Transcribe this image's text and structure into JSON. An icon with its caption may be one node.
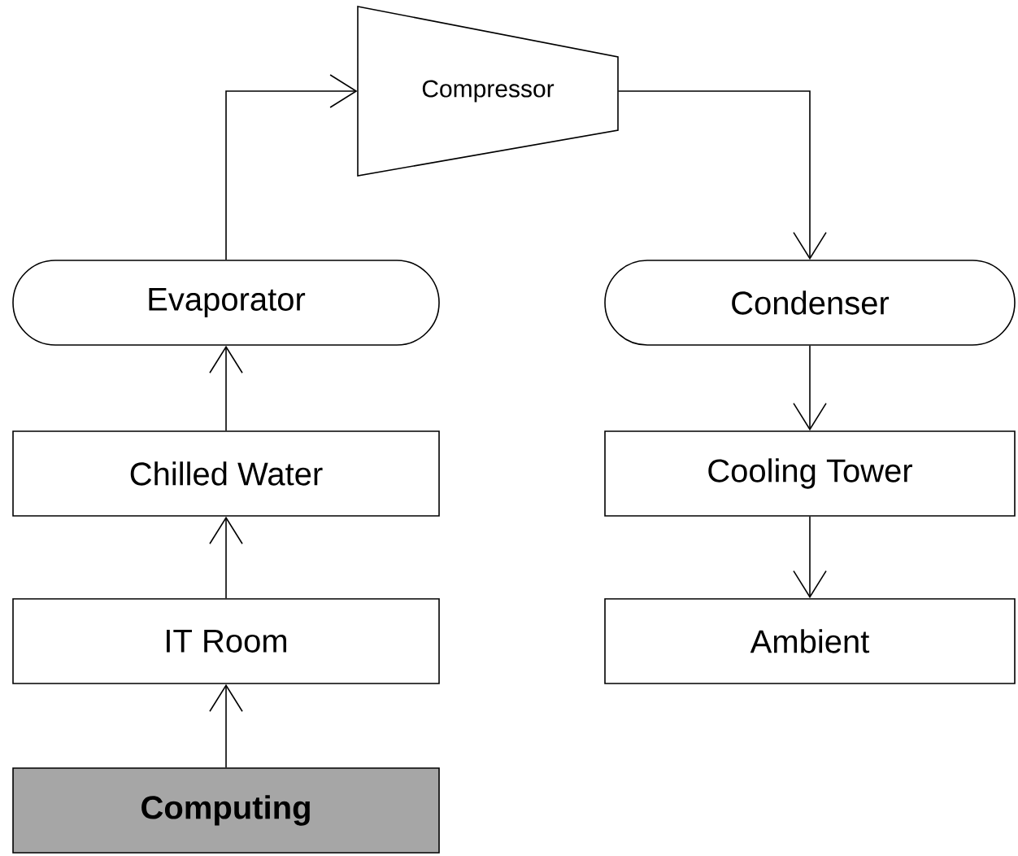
{
  "diagram": {
    "nodes": [
      {
        "text": [
          "Compressor"
        ]
      },
      {
        "text": [
          "Evaporator"
        ]
      },
      {
        "text": [
          "Condenser"
        ]
      },
      {
        "text": [
          "Chilled Water"
        ]
      },
      {
        "text": [
          "Cooling Tower"
        ]
      },
      {
        "text": [
          "IT Room"
        ]
      },
      {
        "text": [
          "Ambient"
        ]
      },
      {
        "text": [
          "Computing"
        ]
      }
    ],
    "edges": [
      {
        "from": 7,
        "to": 5,
        "arrow": "to"
      },
      {
        "from": 5,
        "to": 3,
        "arrow": "to"
      },
      {
        "from": 3,
        "to": 1,
        "arrow": "to"
      },
      {
        "from": 1,
        "to": 0,
        "arrow": "to"
      },
      {
        "from": 0,
        "to": 2,
        "arrow": "to"
      },
      {
        "from": 2,
        "to": 4,
        "arrow": "to"
      },
      {
        "from": 4,
        "to": 6,
        "arrow": "to"
      }
    ]
  }
}
